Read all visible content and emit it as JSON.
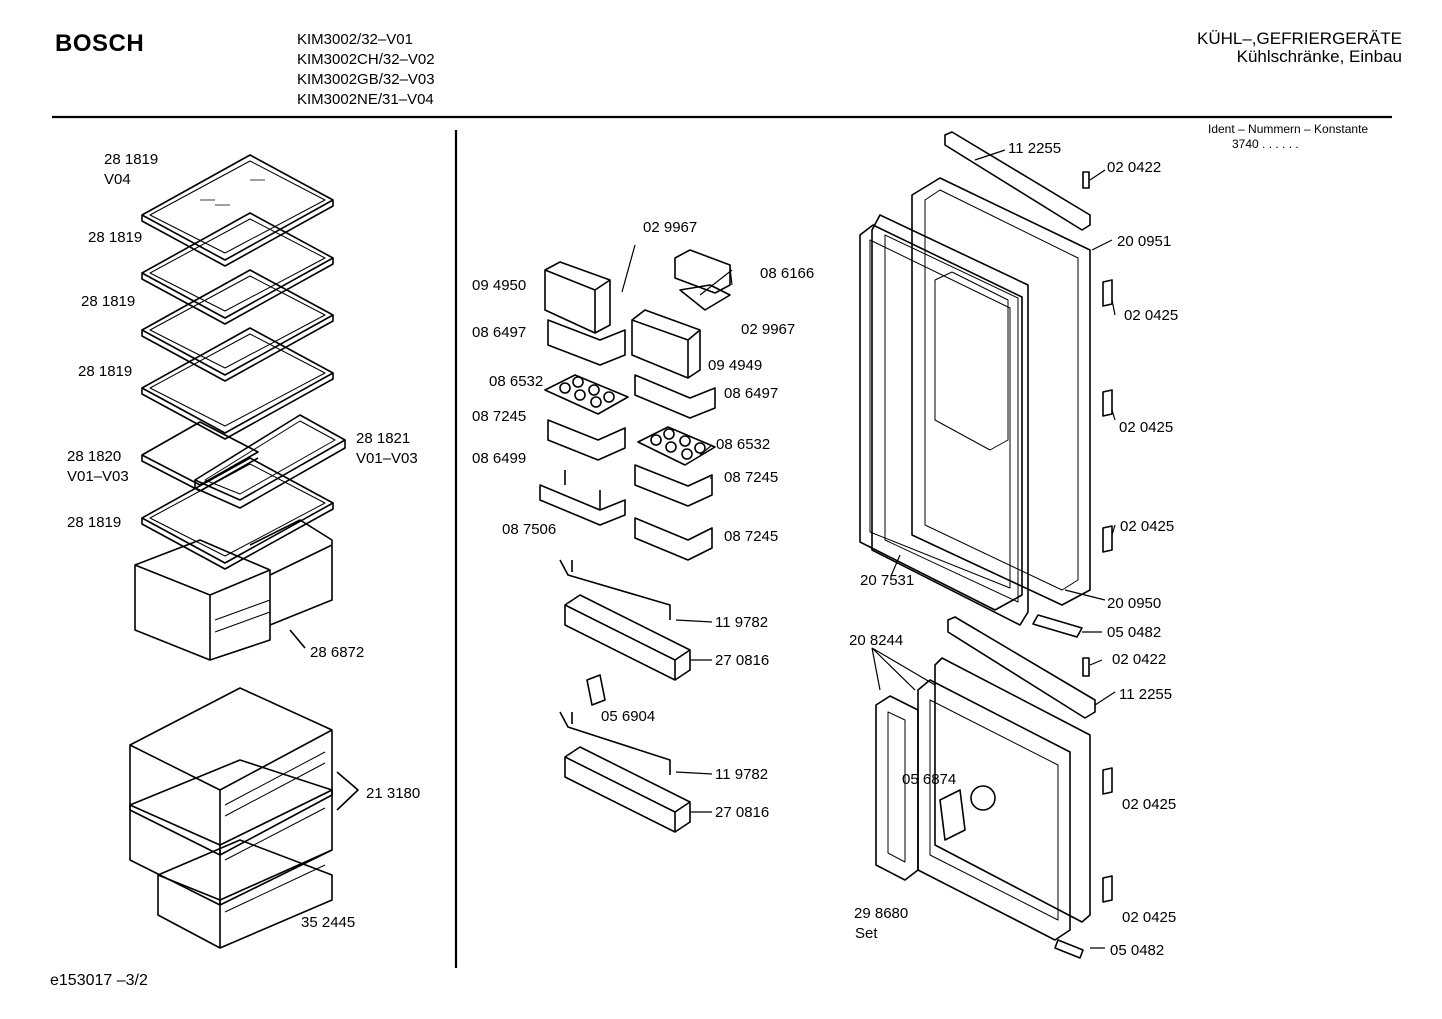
{
  "header": {
    "brand": "BOSCH",
    "models": [
      "KIM3002/32–V01",
      "KIM3002CH/32–V02",
      "KIM3002GB/32–V03",
      "KIM3002NE/31–V04"
    ],
    "category_line1": "KÜHL–,GEFRIERGERÄTE",
    "category_line2": "Kühlschränke, Einbau",
    "ident_label": "Ident – Nummern – Konstante",
    "ident_value": "3740 . .  . . . ."
  },
  "footer": {
    "doc_id": "e153017 –3/2"
  },
  "parts": {
    "p281819_v04": "28 1819",
    "v04": "V04",
    "p281819_a": "28 1819",
    "p281819_b": "28 1819",
    "p281819_c": "28 1819",
    "p281820": "28 1820",
    "v01_v03_a": "V01–V03",
    "p281821": "28 1821",
    "v01_v03_b": "V01–V03",
    "p281819_d": "28 1819",
    "p286872": "28 6872",
    "p213180": "21 3180",
    "p352445": "35 2445",
    "p029967_a": "02 9967",
    "p094950": "09 4950",
    "p086166": "08 6166",
    "p086497_a": "08 6497",
    "p029967_b": "02 9967",
    "p094949": "09 4949",
    "p086532_a": "08 6532",
    "p086497_b": "08 6497",
    "p087245_a": "08 7245",
    "p086532_b": "08 6532",
    "p086499": "08 6499",
    "p087245_b": "08 7245",
    "p087506": "08 7506",
    "p087245_c": "08 7245",
    "p119782_a": "11 9782",
    "p270816_a": "27 0816",
    "p056904": "05 6904",
    "p119782_b": "11 9782",
    "p270816_b": "27 0816",
    "p112255_a": "11 2255",
    "p020422_a": "02 0422",
    "p200951": "20 0951",
    "p020425_a": "02 0425",
    "p020425_b": "02 0425",
    "p020425_c": "02 0425",
    "p207531": "20 7531",
    "p200950": "20 0950",
    "p050482_a": "05 0482",
    "p208244": "20 8244",
    "p020422_b": "02 0422",
    "p112255_b": "11 2255",
    "p056874": "05 6874",
    "p020425_d": "02 0425",
    "p298680": "29 8680",
    "set": "Set",
    "p020425_e": "02 0425",
    "p050482_b": "05 0482"
  }
}
